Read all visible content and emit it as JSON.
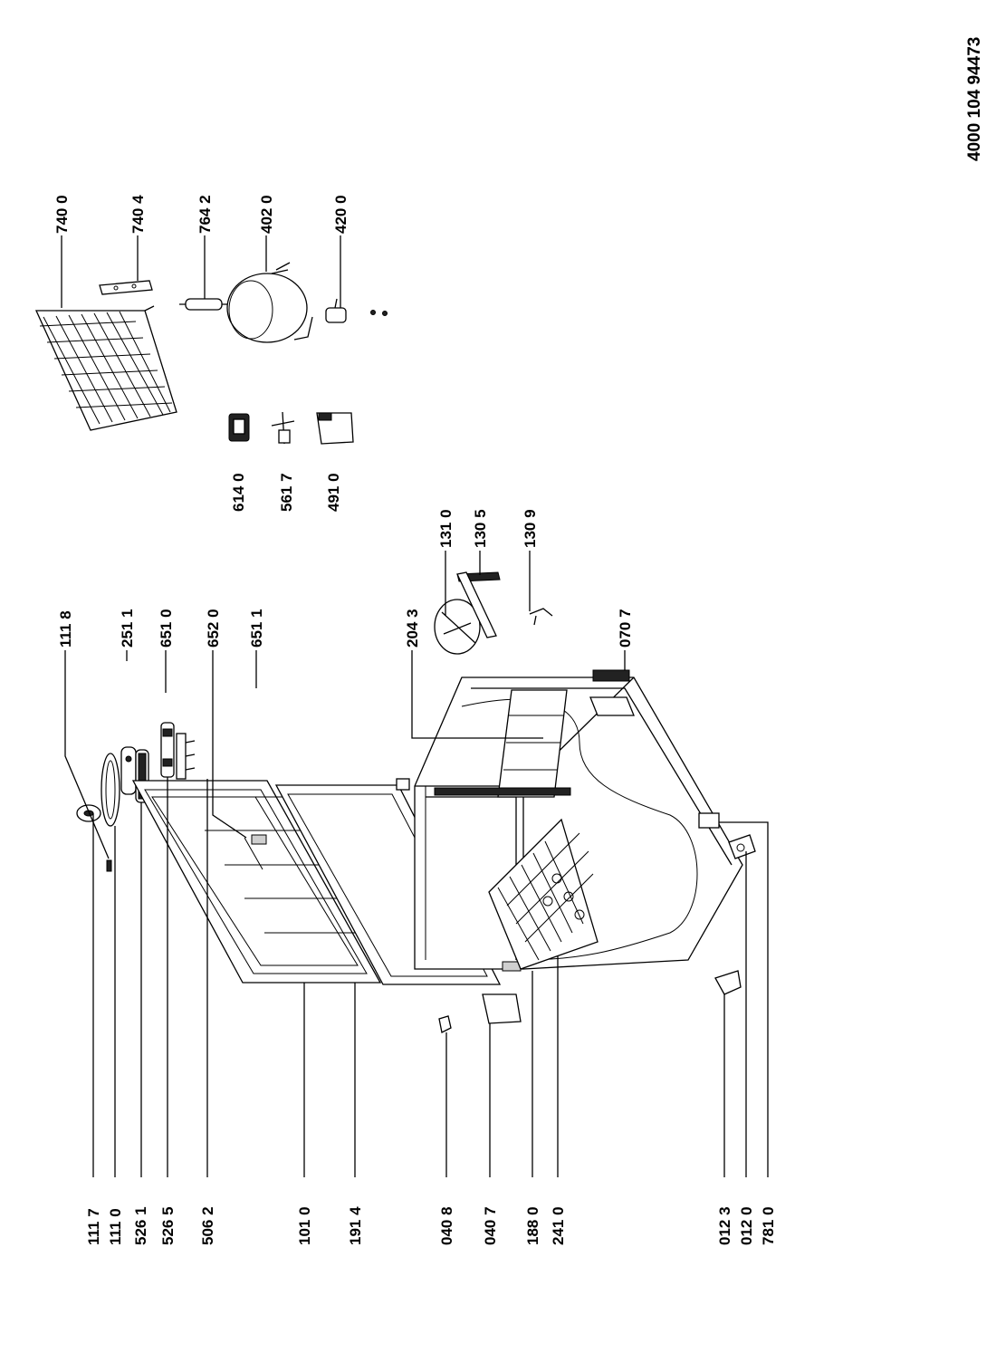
{
  "document_number": "4000 104 94473",
  "labels": {
    "p1117": "111 7",
    "p1110": "111 0",
    "p5261": "526 1",
    "p5265": "526 5",
    "p5062": "506 2",
    "p1010": "101 0",
    "p1914": "191 4",
    "p0408": "040 8",
    "p0407": "040 7",
    "p1880": "188 0",
    "p2410": "241 0",
    "p0123": "012 3",
    "p0120": "012 0",
    "p7810": "781 0",
    "p1118": "111 8",
    "p2511": "251 1",
    "p6510": "651 0",
    "p6520": "652 0",
    "p6511": "651 1",
    "p2043": "204 3",
    "p0707": "070 7",
    "p1310": "131 0",
    "p1305": "130 5",
    "p1309": "130 9",
    "p6140": "614 0",
    "p5617": "561 7",
    "p4910": "491 0",
    "p7400": "740 0",
    "p7404": "740 4",
    "p7642": "764 2",
    "p4020": "402 0",
    "p4200": "420 0"
  }
}
